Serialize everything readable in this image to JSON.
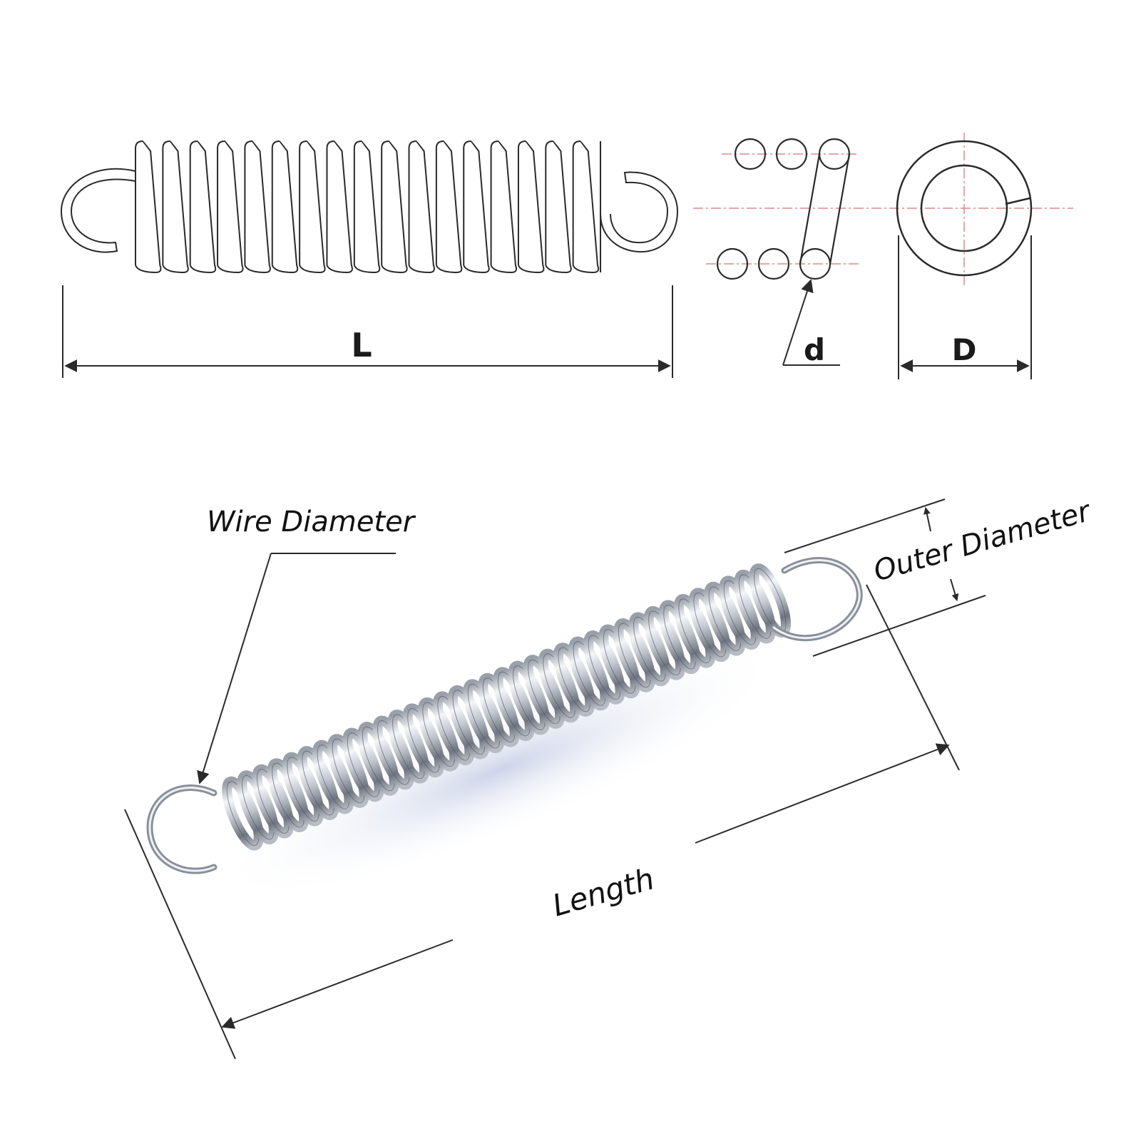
{
  "drawing": {
    "length_symbol": "L",
    "wire_symbol": "d",
    "diameter_symbol": "D"
  },
  "photo": {
    "wire_diameter_label": "Wire Diameter",
    "outer_diameter_label": "Outer Diameter",
    "length_label": "Length"
  },
  "colors": {
    "line": "#2a2a2a",
    "centerline": "#d98c8c",
    "steel_light": "#eef0f4",
    "steel_dark": "#6f7580"
  }
}
